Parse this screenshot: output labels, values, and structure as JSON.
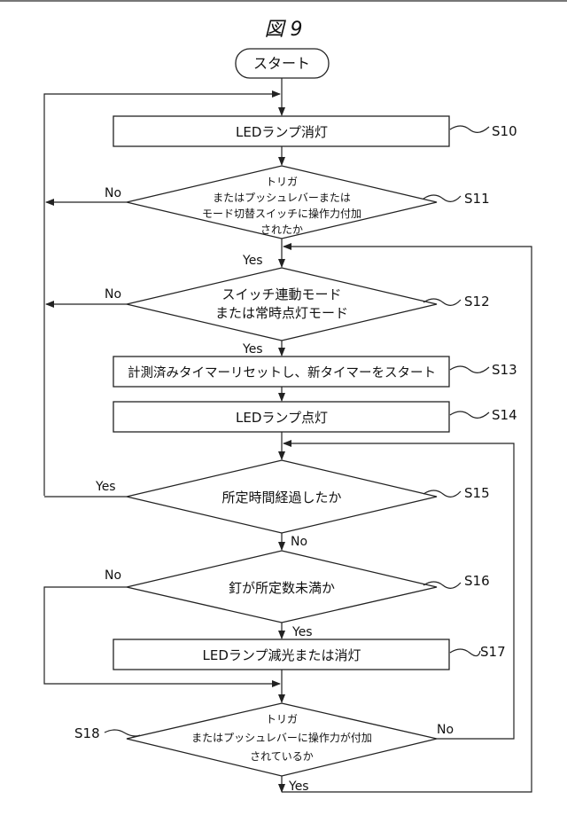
{
  "figure": {
    "title": "図 9"
  },
  "start": {
    "label": "スタート"
  },
  "steps": {
    "s10": {
      "id": "S10",
      "text": "LEDランプ消灯"
    },
    "s11": {
      "id": "S11",
      "lines": [
        "トリガ",
        "またはプッシュレバーまたは",
        "モード切替スイッチに操作力付加",
        "されたか"
      ]
    },
    "s12": {
      "id": "S12",
      "lines": [
        "スイッチ連動モード",
        "または常時点灯モード"
      ]
    },
    "s13": {
      "id": "S13",
      "text": "計測済みタイマーリセットし、新タイマーをスタート"
    },
    "s14": {
      "id": "S14",
      "text": "LEDランプ点灯"
    },
    "s15": {
      "id": "S15",
      "text": "所定時間経過したか"
    },
    "s16": {
      "id": "S16",
      "text": "釘が所定数未満か"
    },
    "s17": {
      "id": "S17",
      "text": "LEDランプ減光または消灯"
    },
    "s18": {
      "id": "S18",
      "lines": [
        "トリガ",
        "またはプッシュレバーに操作力が付加",
        "されているか"
      ]
    }
  },
  "branches": {
    "yes": "Yes",
    "no": "No"
  }
}
